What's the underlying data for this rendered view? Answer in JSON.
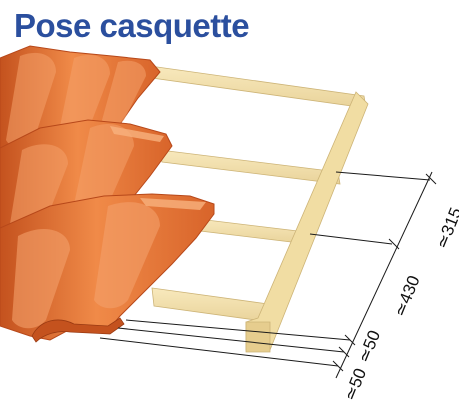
{
  "title": "Pose casquette",
  "colors": {
    "title": "#2b4f9e",
    "tile": "#e8773a",
    "tile_shadow": "#c4521e",
    "tile_highlight": "#f6a267",
    "batten": "#f3e0a8",
    "batten_shadow": "#d8bf7c",
    "line": "#1a1a1a"
  },
  "dimensions": {
    "top_spacing": "≃315",
    "main_spacing": "≃430",
    "eave_1": "≃50",
    "eave_2": "≃50"
  }
}
